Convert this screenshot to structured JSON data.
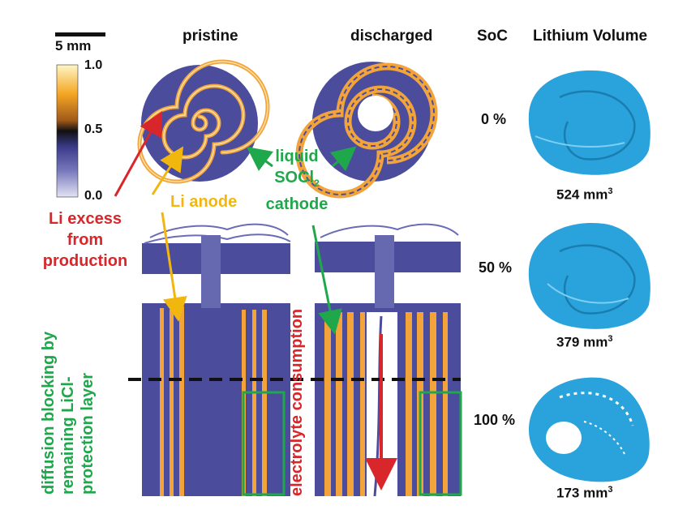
{
  "headers": {
    "pristine": "pristine",
    "discharged": "discharged",
    "soc": "SoC",
    "lithium_volume": "Lithium Volume"
  },
  "scale_bar": {
    "label": "5 mm"
  },
  "colorbar": {
    "ticks": [
      "1.0",
      "0.5",
      "0.0"
    ]
  },
  "annotations": {
    "li_excess": [
      "Li excess",
      "from",
      "production"
    ],
    "li_anode": "Li anode",
    "cathode": [
      "liquid",
      "SOCl",
      "cathode"
    ],
    "cathode_subscript": "2",
    "electrolyte": "electrolyte consumption",
    "diffusion": [
      "diffusion blocking by",
      "remaining LiCl-",
      "protection layer"
    ]
  },
  "soc_rows": [
    {
      "soc": "0 %",
      "volume": "524 mm",
      "unit_sup": "3"
    },
    {
      "soc": "50 %",
      "volume": "379 mm",
      "unit_sup": "3"
    },
    {
      "soc": "100 %",
      "volume": "173 mm",
      "unit_sup": "3"
    }
  ],
  "colors": {
    "background_cell": "#4b4d9c",
    "lithium": "#f2a33a",
    "lithium_light": "#fbe0a8",
    "volume_blue": "#2aa3dc",
    "red": "#d9262b",
    "yellow": "#f2b70f",
    "green": "#1fa84b"
  }
}
